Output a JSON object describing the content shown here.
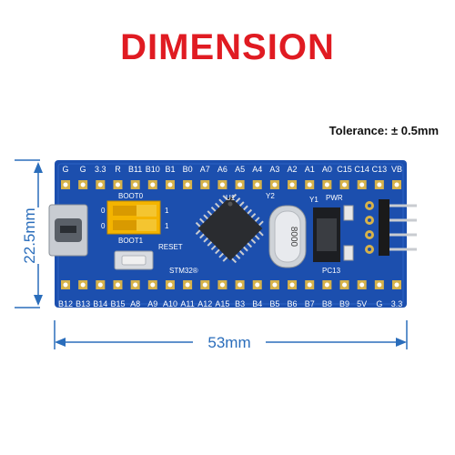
{
  "title": "DIMENSION",
  "tolerance": "Tolerance: ± 0.5mm",
  "dim_height": "22.5mm",
  "dim_width": "53mm",
  "pins_top": [
    "G",
    "G",
    "3.3",
    "R",
    "B11",
    "B10",
    "B1",
    "B0",
    "A7",
    "A6",
    "A5",
    "A4",
    "A3",
    "A2",
    "A1",
    "A0",
    "C15",
    "C14",
    "C13",
    "VB"
  ],
  "pins_bottom": [
    "B12",
    "B13",
    "B14",
    "B15",
    "A8",
    "A9",
    "A10",
    "A11",
    "A12",
    "A15",
    "B3",
    "B4",
    "B5",
    "B6",
    "B7",
    "B8",
    "B9",
    "5V",
    "G",
    "3.3"
  ],
  "board": {
    "boot0": "BOOT0",
    "boot1": "BOOT1",
    "reset": "RESET",
    "chip": "STM32®",
    "y2": "Y2",
    "y1": "Y1",
    "pwr": "PWR",
    "pc13": "PC13",
    "crystal": "8000",
    "jumper_zero_top": "0",
    "jumper_zero_bottom": "0",
    "jumper_one_top": "1",
    "jumper_one_bottom": "1",
    "u1": "U1"
  },
  "colors": {
    "title": "#e01b22",
    "board": "#1c4fae",
    "pad": "#d6b24a",
    "dimension": "#2a6dbb",
    "jumper": "#f4b400"
  }
}
